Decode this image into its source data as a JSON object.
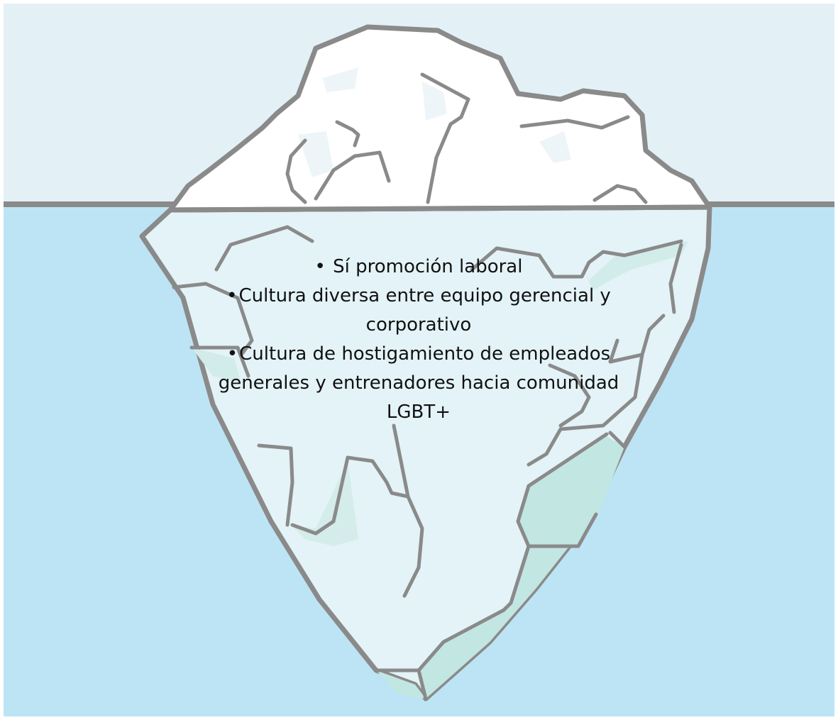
{
  "bullets": [
    "Sí promoción laboral",
    "Cultura diversa entre equipo gerencial y corporativo",
    "Cultura de hostigamiento de empleados generales y entrenadores hacia comunidad LGBT+"
  ],
  "bullet_symbol": "•",
  "colors": {
    "sky": "#e3f1f6",
    "water": "#bde4f4",
    "ice_top": "#ffffff",
    "ice_bottom": "#e3f3f7",
    "ice_shade": "#c2e6e2",
    "outline": "#8a8a8a"
  }
}
